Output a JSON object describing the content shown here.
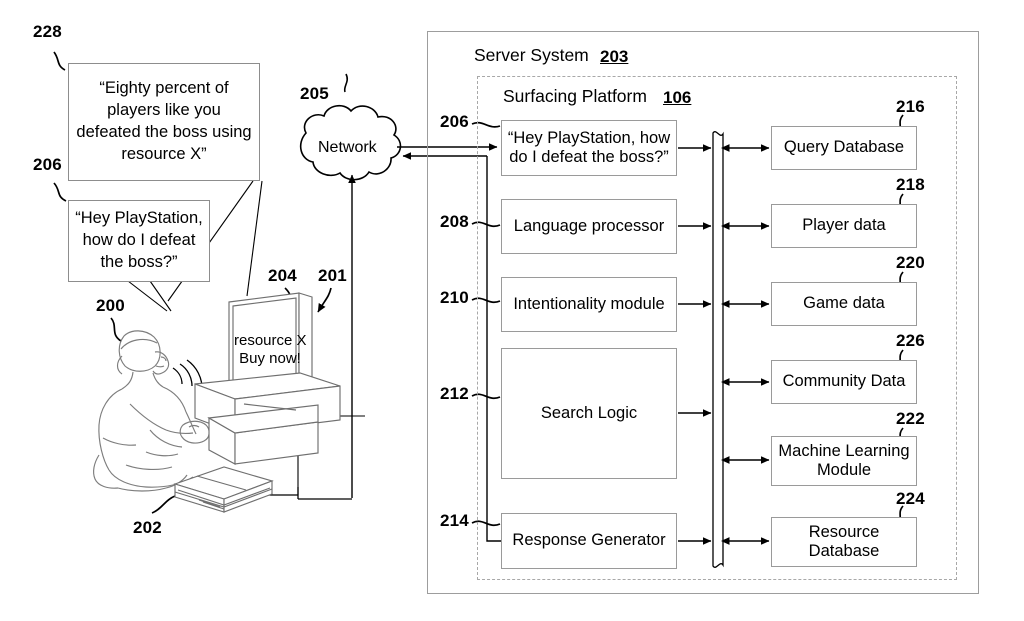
{
  "figure": {
    "kind": "patent-block-diagram",
    "stroke_color": "#000000",
    "box_border_color": "#9a9a9a",
    "background": "#ffffff"
  },
  "scene": {
    "user_speech_bubble": {
      "ref": "206",
      "text": "“Hey PlayStation, how do I defeat the boss?”",
      "lines": [
        "“Hey PlayStation,",
        "how do I defeat",
        "the boss?”"
      ]
    },
    "response_bubble": {
      "ref": "228",
      "text": "“Eighty percent of players like you defeated the boss using resource X”",
      "lines": [
        "“Eighty percent of",
        "players like you",
        "defeated the boss using",
        "resource X”"
      ]
    },
    "player": {
      "ref": "200",
      "name": "player-figure"
    },
    "television": {
      "ref": "204",
      "name": "television"
    },
    "screen_overlay": {
      "ref": "201",
      "lines": [
        "resource X",
        "Buy now!"
      ]
    },
    "console": {
      "ref": "202",
      "name": "game-console"
    },
    "network": {
      "ref": "205",
      "label": "Network"
    }
  },
  "server": {
    "label": "Server System",
    "ref": "203",
    "platform": {
      "label": "Surfacing Platform",
      "ref": "106"
    },
    "pipeline": [
      {
        "ref": "206",
        "label": "“Hey PlayStation, how do I defeat the boss?”",
        "lines": [
          "“Hey PlayStation, how do",
          "I defeat the boss?”"
        ]
      },
      {
        "ref": "208",
        "label": "Language processor",
        "lines": [
          "Language processor"
        ]
      },
      {
        "ref": "210",
        "label": "Intentionality module",
        "lines": [
          "Intentionality module"
        ]
      },
      {
        "ref": "212",
        "label": "Search Logic",
        "lines": [
          "Search Logic"
        ]
      },
      {
        "ref": "214",
        "label": "Response Generator",
        "lines": [
          "Response Generator"
        ]
      }
    ],
    "data_stores": [
      {
        "ref": "216",
        "label": "Query Database",
        "lines": [
          "Query Database"
        ]
      },
      {
        "ref": "218",
        "label": "Player data",
        "lines": [
          "Player data"
        ]
      },
      {
        "ref": "220",
        "label": "Game data",
        "lines": [
          "Game data"
        ]
      },
      {
        "ref": "226",
        "label": "Community Data",
        "lines": [
          "Community Data"
        ]
      },
      {
        "ref": "222",
        "label": "Machine Learning Module",
        "lines": [
          "Machine Learning",
          "Module"
        ]
      },
      {
        "ref": "224",
        "label": "Resource Database",
        "lines": [
          "Resource",
          "Database"
        ]
      }
    ]
  }
}
